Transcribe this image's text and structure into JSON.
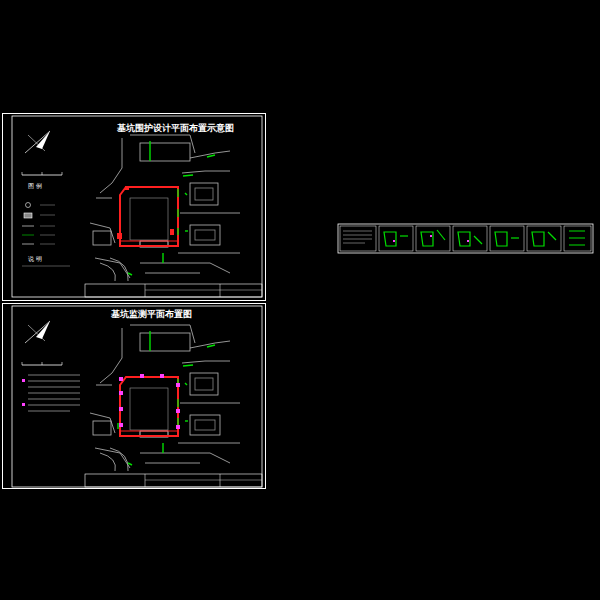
{
  "diagram": {
    "nodes": [
      {
        "text": [
          "基坑围护设计平面布置示意图"
        ]
      },
      {
        "text": [
          "基坑监测平面布置图"
        ]
      }
    ],
    "labels": [
      "图 例",
      "说 明"
    ]
  }
}
